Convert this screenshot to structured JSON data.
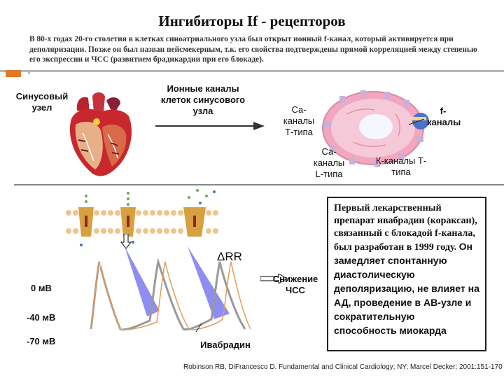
{
  "title": "Ингибиторы If - рецепторов",
  "intro": "В 80-х годах 20-го столетия в клетках синоатриального узла был открыт ионный f-канал, который активируется при деполяризации. Позже он был назван пейсмекерным, т.к. его свойства подтверждены прямой корреляцией между степенью его экспрессии и ЧСС (развитием брадикардии при его блокаде).",
  "bullet": ".",
  "labels": {
    "sinus_node": "Синусовый узел",
    "ion_channels": "Ионные каналы клеток синусового узла",
    "ca_t": "Са-каналы Т-типа",
    "ca_l": "Са-каналы L-типа",
    "k_t": "К-каналы Т-типа",
    "f_channels": "f-каналы",
    "delta_rr": "ΔRR",
    "hr_decrease": "Снижение ЧСС",
    "mv_0": "0 мВ",
    "mv_40": "-40 мВ",
    "mv_70": "-70 мВ",
    "ivabradine": "Ивабрадин"
  },
  "infobox": {
    "part1": "Первый лекарственный препарат ивабрадин (кораксан), связанный с блокадой f-канала, был разработан в 1999 году.",
    "part2": "Он замедляет спонтанную диастолическую деполяризацию, не влияет на АД, проведение в АВ-узле и сократительную способность миокарда"
  },
  "citation": "Robinson RB, DiFrancesco D. Fundamental and Clinical Cardiology; NY; Marcel Decker; 2001:151-170",
  "colors": {
    "accent": "#e07a2a",
    "cell_membrane": "#f2a6c0",
    "cell_inner": "#f6c9d8",
    "nucleus": "#f4f7ff",
    "wedge": "#8d8df2",
    "trace_normal": "#9a9a9a",
    "trace_ivabradine": "#e39c5a"
  }
}
